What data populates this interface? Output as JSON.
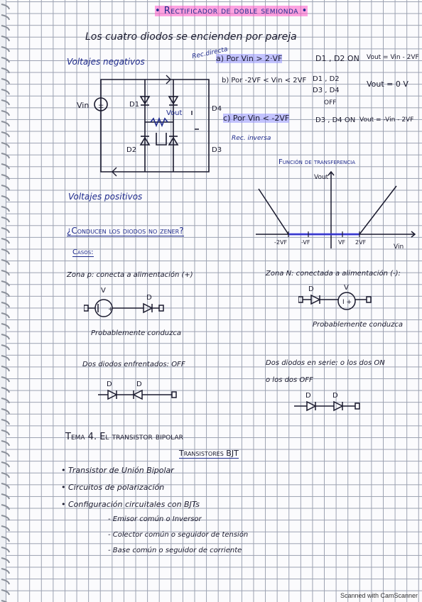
{
  "header": {
    "title": "• Rectificador de doble semionda •",
    "intro": "Los cuatro diodos se encienden por pareja"
  },
  "left": {
    "negativos": "Voltajes negativos",
    "positivos": "Voltajes positivos",
    "vin": "Vin",
    "vout": "Vout",
    "d1": "D1",
    "d2": "D2",
    "d3": "D3",
    "d4": "D4"
  },
  "conditions": {
    "rec_directa": "Rec.directa",
    "c1": "a) Por Vin > 2·VF",
    "c1_state": "D1 , D2 ON",
    "c1_out": "Vout = Vin - 2VF",
    "c2": "b) Por -2VF < Vin < 2VF",
    "c2_state_a": "D1 , D2",
    "c2_state_b": "D3 , D4",
    "c2_state_c": "OFF",
    "c2_out": "Vout = 0 V",
    "c3": "c) Por Vin < -2VF",
    "c3_state": "D3 , D4 ON",
    "c3_out": "Vout = -Vin - 2VF",
    "rec_inversa": "Rec. inversa"
  },
  "transfer": {
    "title": "Función de transferencia",
    "y_label": "Vout",
    "x_label": "Vin",
    "ticks": [
      "-2VF",
      "-VF",
      "VF",
      "2VF"
    ]
  },
  "zener": {
    "question": "¿Conducen los diodos no zener?",
    "casos": "Casos:",
    "zona_p": "Zona p: conecta a alimentación (+)",
    "zona_n": "Zona N: conectada a alimentación (-):",
    "prob_left": "Probablemente conduzca",
    "prob_right": "Probablemente conduzca",
    "enfrentados": "Dos diodos enfrentados: OFF",
    "en_serie_a": "Dos diodos en serie: o los dos ON",
    "en_serie_b": "o los dos OFF",
    "v": "V",
    "d": "D"
  },
  "tema": {
    "title": "Tema 4. El transistor bipolar",
    "subtitle": "Transistores BJT",
    "items": [
      "• Transistor de Unión Bipolar",
      "• Circuitos de polarización",
      "• Configuración circuitales con BJTs"
    ],
    "subitems": [
      "- Emisor común o Inversor",
      "- Colector común o seguidor de tensión",
      "- Base común o seguidor de corriente"
    ]
  },
  "watermark": "Scanned with CamScanner",
  "colors": {
    "ink": "#1e2a8c",
    "highlight_pink": "#ff5ac8",
    "highlight_blue": "#9696ff",
    "grid": "#9aa0b0"
  }
}
